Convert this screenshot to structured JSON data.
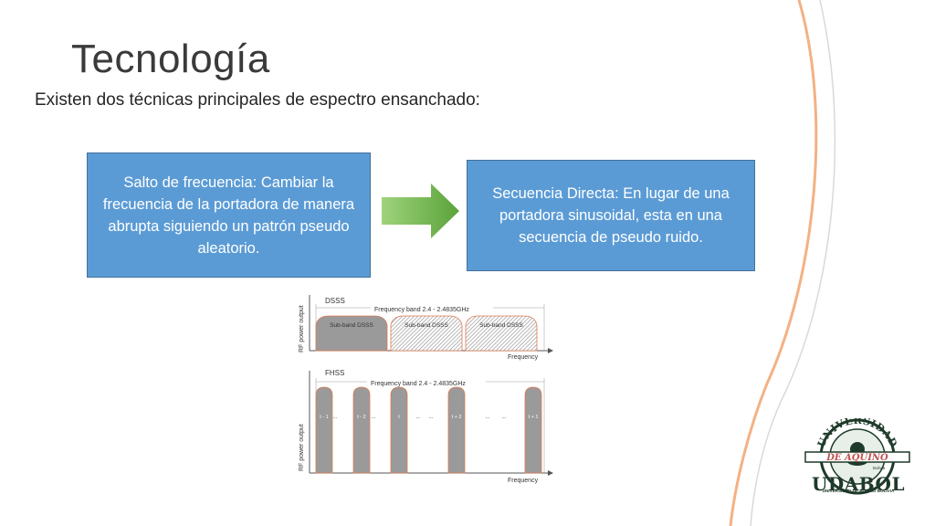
{
  "slide": {
    "title": "Tecnología",
    "subtitle": "Existen dos técnicas principales de espectro ensanchado:",
    "box_left": "Salto de frecuencia: Cambiar la frecuencia de la portadora de manera abrupta siguiendo un  patrón pseudo aleatorio.",
    "box_right": "Secuencia Directa: En lugar de una portadora sinusoidal, esta en una secuencia de pseudo ruido."
  },
  "figure": {
    "dsss": {
      "label": "DSSS",
      "band": "Frequency band 2.4 - 2.4835GHz",
      "ylabel": "RF power output",
      "xlabel": "Frequency",
      "subbands": [
        "Sub-band DSSS",
        "Sub-band DSSS",
        "Sub-band DSSS"
      ]
    },
    "fhss": {
      "label": "FHSS",
      "band": "Frequency band 2.4 - 2.4835GHz",
      "ylabel": "RF power output",
      "xlabel": "Frequency",
      "pulse_labels": [
        "t - 1",
        "t - 2",
        "t",
        "t + 2",
        "t + 1"
      ],
      "gap_labels": [
        "...",
        "...",
        "...",
        "...",
        "...",
        "..."
      ]
    }
  },
  "logo": {
    "name": "UDABOL",
    "ring_top": "UNIVERSIDAD",
    "ring_mid": "DE AQUINO",
    "ring_small": "Bolivia",
    "subtitle": "UNIVERSIDAD DE AQUINO BOLIVIA"
  },
  "colors": {
    "box_fill": "#5b9bd5",
    "arrow_green": "#70ad47",
    "deco_orange": "#f4b183",
    "deco_gray": "#bfbfbf",
    "logo_green": "#1f3a2a"
  }
}
